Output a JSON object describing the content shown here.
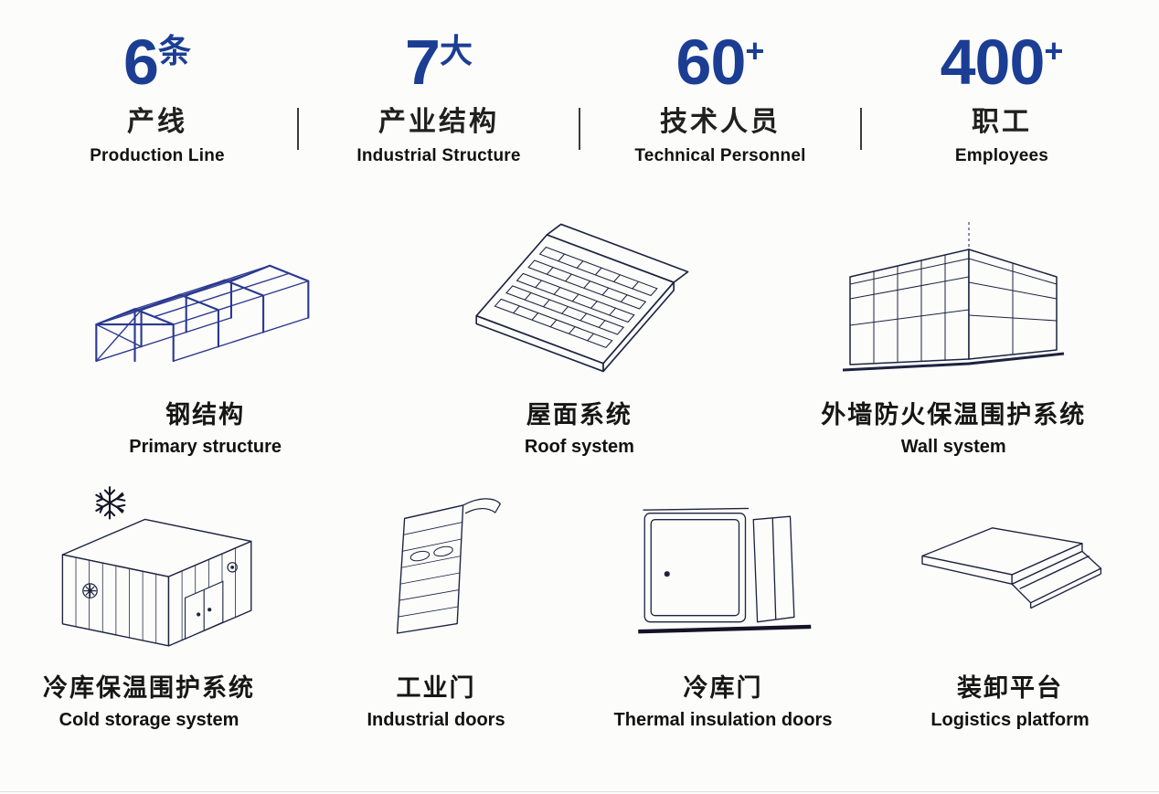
{
  "stats": [
    {
      "number": "6",
      "unit": "条",
      "zh": "产线",
      "en": "Production Line"
    },
    {
      "number": "7",
      "unit": "大",
      "zh": "产业结构",
      "en": "Industrial Structure"
    },
    {
      "number": "60",
      "unit": "+",
      "zh": "技术人员",
      "en": "Technical Personnel"
    },
    {
      "number": "400",
      "unit": "+",
      "zh": "职工",
      "en": "Employees"
    }
  ],
  "products": [
    {
      "zh": "钢结构",
      "en": "Primary structure",
      "icon": "steel-structure-illustration"
    },
    {
      "zh": "屋面系统",
      "en": "Roof system",
      "icon": "roof-system-illustration"
    },
    {
      "zh": "外墙防火保温围护系统",
      "en": "Wall system",
      "icon": "wall-system-illustration"
    },
    {
      "zh": "冷库保温围护系统",
      "en": "Cold storage system",
      "icon": "cold-storage-illustration"
    },
    {
      "zh": "工业门",
      "en": "Industrial doors",
      "icon": "industrial-door-illustration"
    },
    {
      "zh": "冷库门",
      "en": "Thermal insulation doors",
      "icon": "thermal-door-illustration"
    },
    {
      "zh": "装卸平台",
      "en": "Logistics platform",
      "icon": "dock-leveler-illustration"
    }
  ],
  "colors": {
    "accent": "#1b3e94",
    "line": "#1c2340",
    "steel_blue": "#2b3990"
  }
}
